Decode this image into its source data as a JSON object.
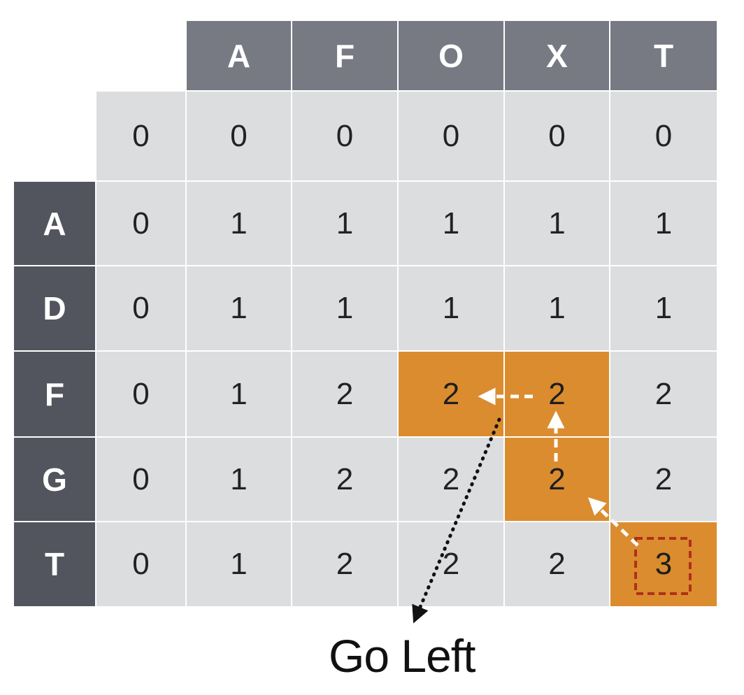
{
  "table": {
    "col_headers": [
      "A",
      "F",
      "O",
      "X",
      "T"
    ],
    "row_headers": [
      "A",
      "D",
      "F",
      "G",
      "T"
    ],
    "rows": [
      [
        "0",
        "0",
        "0",
        "0",
        "0",
        "0"
      ],
      [
        "0",
        "1",
        "1",
        "1",
        "1",
        "1"
      ],
      [
        "0",
        "1",
        "1",
        "1",
        "1",
        "1"
      ],
      [
        "0",
        "1",
        "2",
        "2",
        "2",
        "2"
      ],
      [
        "0",
        "1",
        "2",
        "2",
        "2",
        "2"
      ],
      [
        "0",
        "1",
        "2",
        "2",
        "2",
        "3"
      ]
    ],
    "highlighted_cells": [
      [
        3,
        3
      ],
      [
        3,
        4
      ],
      [
        4,
        4
      ],
      [
        5,
        5
      ]
    ],
    "boxed_cell": [
      5,
      5
    ]
  },
  "caption": "Go Left",
  "colors": {
    "col_header_bg": "#777a83",
    "row_header_bg": "#52555d",
    "cell_bg": "#dcdddf",
    "highlight": "#db8c2f",
    "box_outline": "#b0301a",
    "path_arrow": "#ffffff",
    "pointer_arrow": "#111111"
  }
}
